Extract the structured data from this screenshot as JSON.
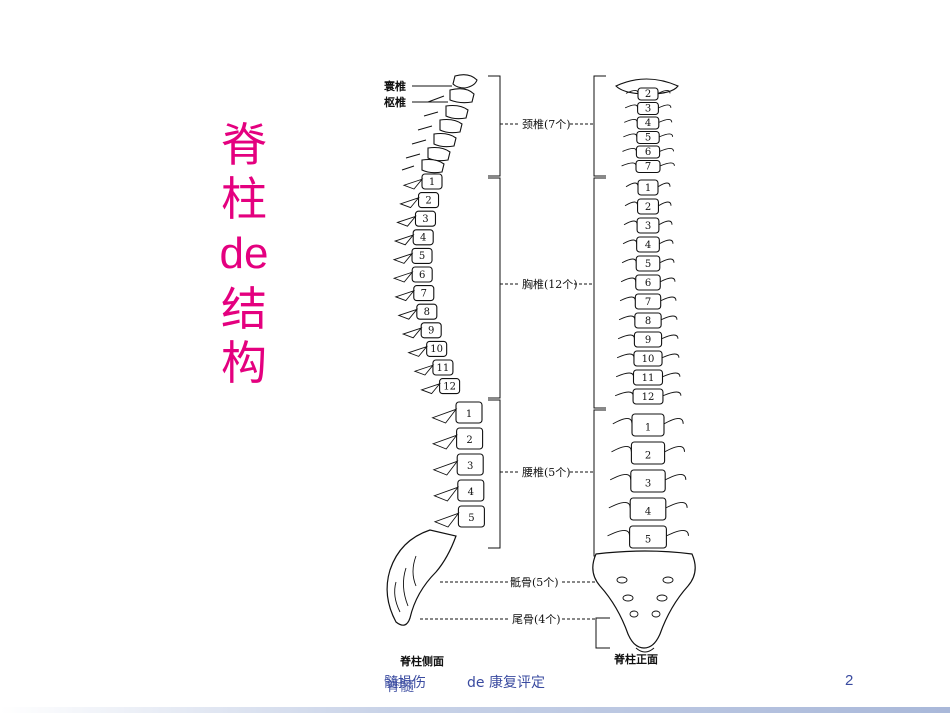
{
  "slide": {
    "title_chars": [
      "脊",
      "柱",
      "de",
      "结",
      "构"
    ],
    "footer_left": "髓损伤",
    "footer_overlap": "脊髓",
    "footer_right": "de 康复评定",
    "page_number": "2"
  },
  "figure": {
    "lateral": {
      "caption": "脊柱侧面",
      "atlas_label": "寰椎",
      "axis_label": "枢椎",
      "thoracic_numbers": [
        "1",
        "2",
        "3",
        "4",
        "5",
        "6",
        "7",
        "8",
        "9",
        "10",
        "11",
        "12"
      ],
      "lumbar_numbers": [
        "1",
        "2",
        "3",
        "4",
        "5"
      ]
    },
    "anterior": {
      "caption": "脊柱正面",
      "cervical_numbers": [
        "2",
        "3",
        "4",
        "5",
        "6",
        "7"
      ],
      "thoracic_numbers": [
        "1",
        "2",
        "3",
        "4",
        "5",
        "6",
        "7",
        "8",
        "9",
        "10",
        "11",
        "12"
      ],
      "lumbar_numbers": [
        "1",
        "2",
        "3",
        "4",
        "5"
      ]
    },
    "regions": {
      "cervical": "颈椎(7个)",
      "thoracic": "胸椎(12个)",
      "lumbar": "腰椎(5个)",
      "sacrum": "骶骨(5个)",
      "coccyx": "尾骨(4个)"
    }
  }
}
